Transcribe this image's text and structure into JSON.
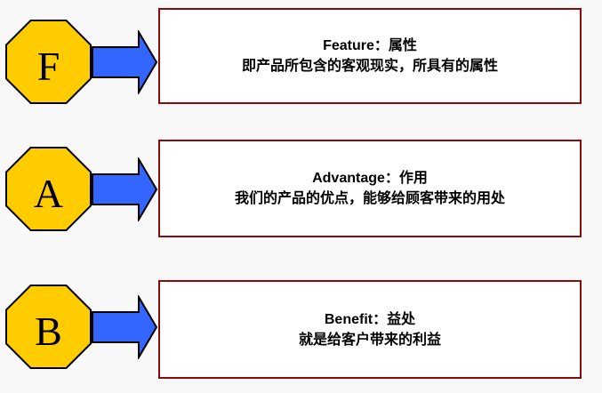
{
  "diagram_title": "FAB selling model diagram",
  "colors": {
    "background": "#F8F8F8",
    "octagon_fill": "#FFCC00",
    "octagon_border": "#000000",
    "arrow_fill": "#3366FF",
    "arrow_border": "#000000",
    "box_border": "#8B0A0A",
    "box_fill": "#FFFFFF",
    "text": "#000000"
  },
  "rows": [
    {
      "letter": "F",
      "title": "Feature：属性",
      "desc": "即产品所包含的客观现实，所具有的属性"
    },
    {
      "letter": "A",
      "title": "Advantage：作用",
      "desc": "我们的产品的优点，能够给顾客带来的用处"
    },
    {
      "letter": "B",
      "title": "Benefit：益处",
      "desc": "就是给客户带来的利益"
    }
  ]
}
